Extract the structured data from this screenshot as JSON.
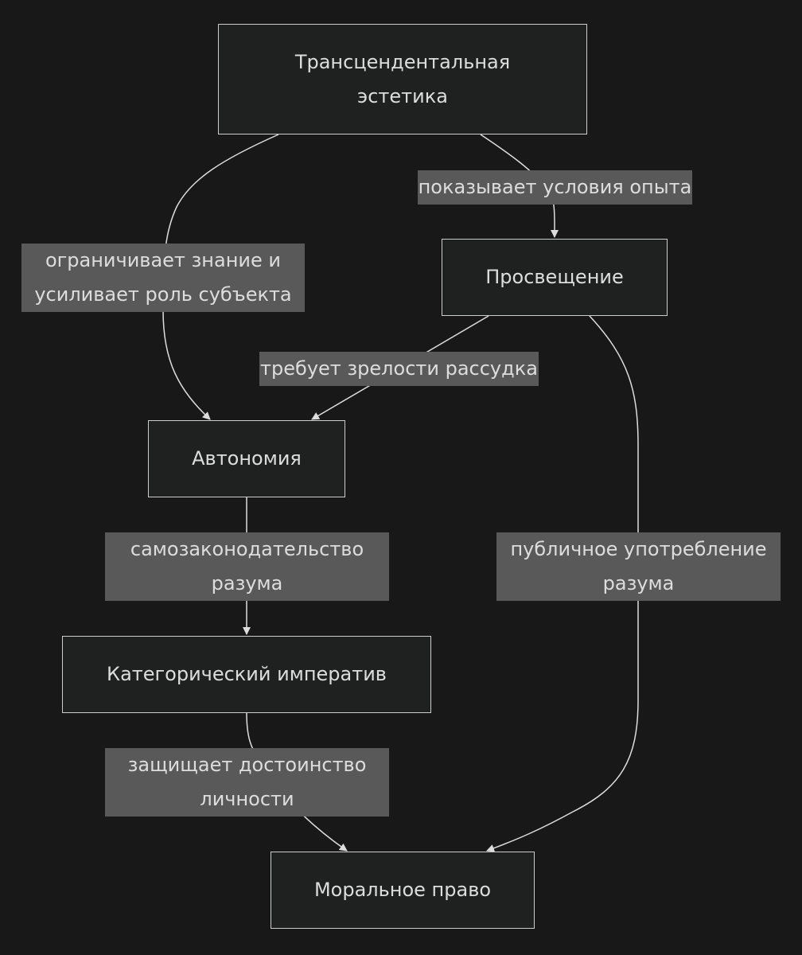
{
  "nodes": {
    "aesthetic": "Трансцендентальная\nэстетика",
    "enlightenment": "Просвещение",
    "autonomy": "Автономия",
    "imperative": "Категорический императив",
    "moral_law": "Моральное право"
  },
  "edges": {
    "aesthetic_to_enlightenment": "показывает условия опыта",
    "aesthetic_to_autonomy": "ограничивает знание и\nусиливает роль субъекта",
    "enlightenment_to_autonomy": "требует зрелости рассудка",
    "autonomy_to_imperative": "самозаконодательство\nразума",
    "enlightenment_to_moral_law": "публичное употребление\nразума",
    "imperative_to_moral_law": "защищает достоинство\nличности"
  },
  "colors": {
    "background": "#181818",
    "node_fill": "#1f2020",
    "node_border": "#cccccc",
    "label_fill": "#595959",
    "text": "#dddddd",
    "edge": "#dddddd"
  }
}
